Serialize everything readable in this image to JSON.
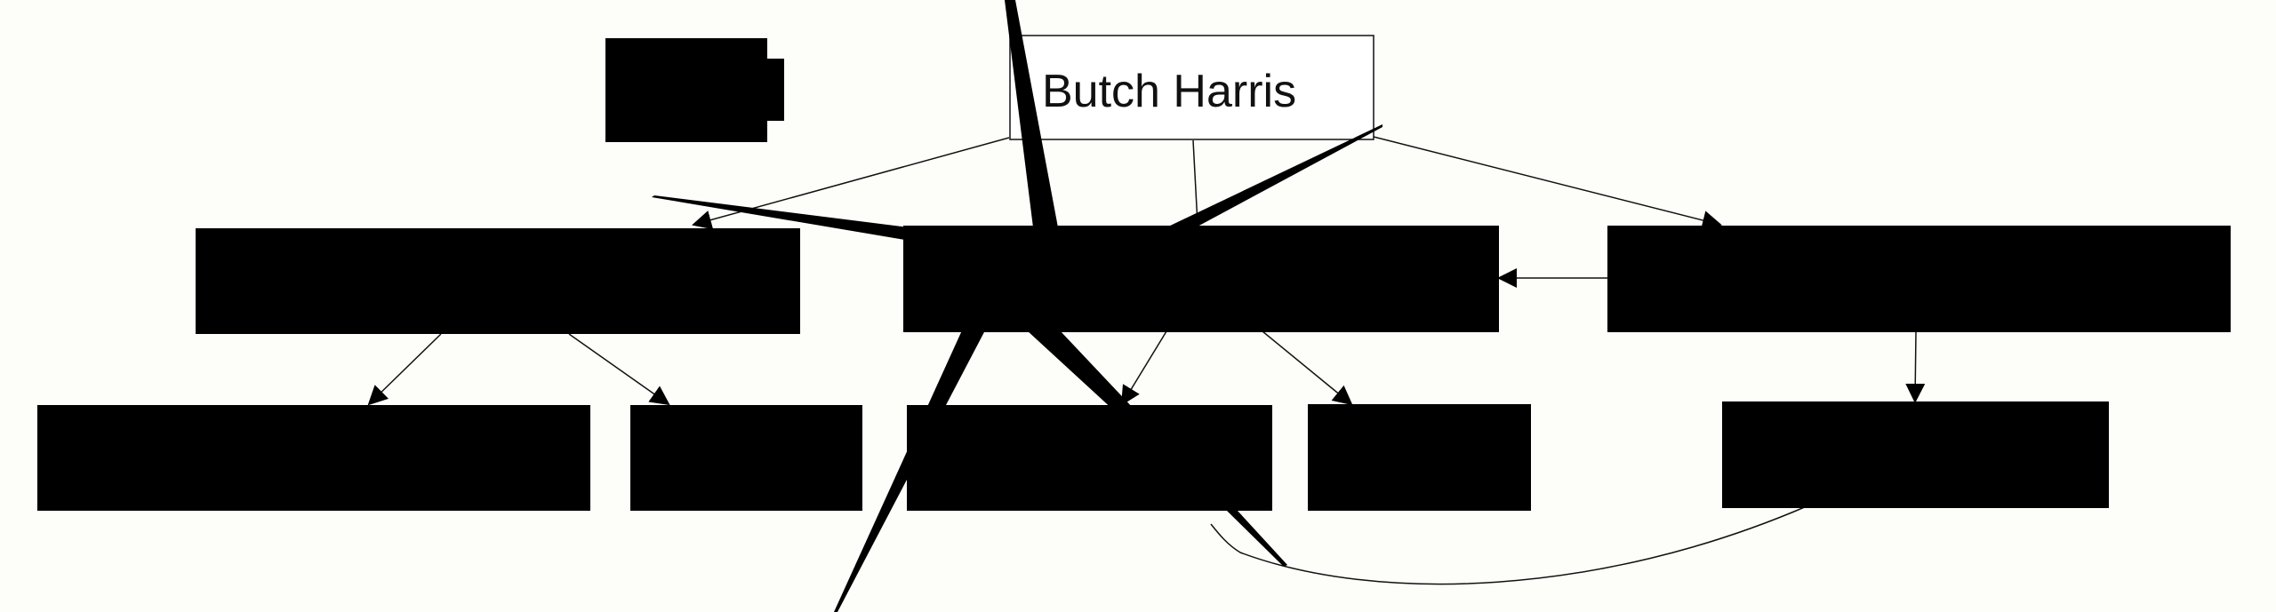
{
  "diagram": {
    "root": {
      "label": "Butch Harris"
    },
    "nodes": [
      {
        "id": "top-left-block"
      },
      {
        "id": "mid-left"
      },
      {
        "id": "mid-center"
      },
      {
        "id": "mid-right"
      },
      {
        "id": "bottom-1"
      },
      {
        "id": "bottom-2"
      },
      {
        "id": "bottom-3"
      },
      {
        "id": "bottom-4"
      },
      {
        "id": "bottom-5"
      }
    ]
  },
  "colors": {
    "background": "#fdfdfa",
    "fill": "#000000",
    "stroke": "#111111"
  }
}
